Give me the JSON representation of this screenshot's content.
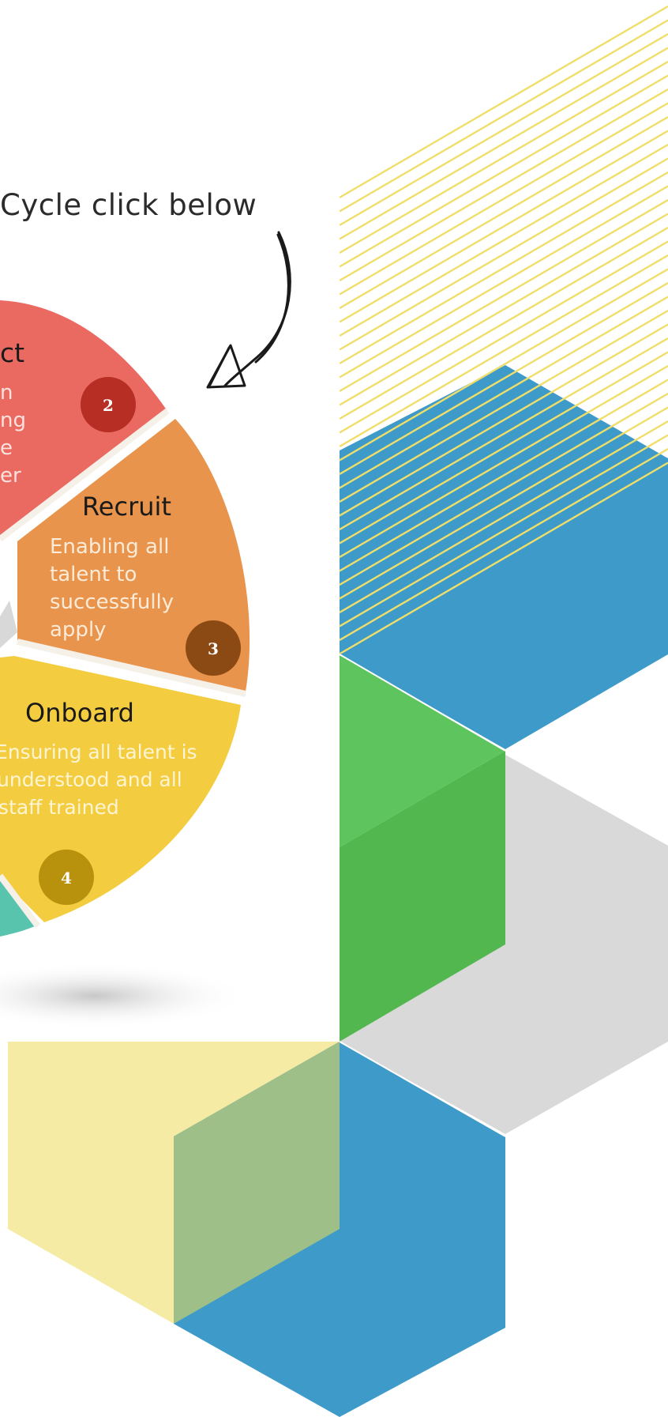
{
  "header": {
    "caption": "Cycle click below"
  },
  "colors": {
    "red": "#ea6a62",
    "orange": "#e8944c",
    "yellow": "#f3cd3f",
    "teal": "#58c4ae",
    "green": "#5ec55e",
    "green_dark": "#52b74e",
    "blue": "#3e9bc9",
    "grey": "#d9d9d9",
    "pale_yellow": "#f5eba4",
    "olive_overlap": "#9ebf87",
    "stripe": "#f0de6a"
  },
  "cycle": {
    "segments": [
      {
        "id": "attract",
        "title": "ct",
        "number": "2",
        "lines": [
          "n",
          "ng",
          "e",
          "er"
        ]
      },
      {
        "id": "recruit",
        "title": "Recruit",
        "number": "3",
        "lines": [
          "Enabling all",
          "talent to",
          "successfully",
          "apply"
        ]
      },
      {
        "id": "onboard",
        "title": "Onboard",
        "number": "4",
        "lines": [
          "Ensuring all talent is",
          "understood and all",
          "staff trained"
        ]
      }
    ]
  }
}
